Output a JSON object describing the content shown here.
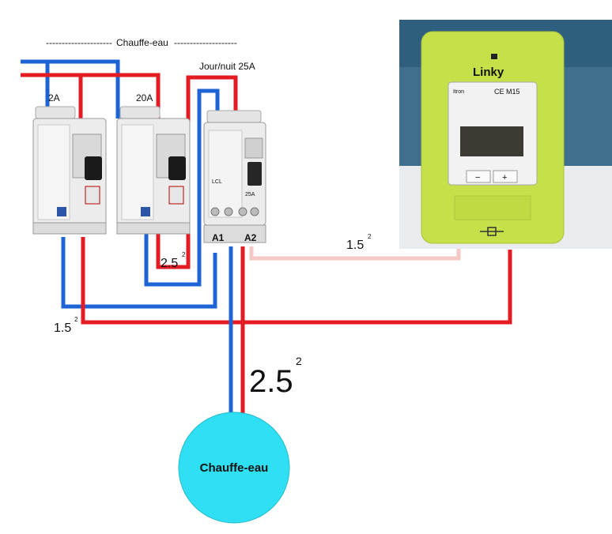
{
  "header": {
    "title": "Chauffe-eau",
    "dashes_left": "---------------------",
    "dashes_right": "--------------------"
  },
  "breakers": [
    {
      "rating": "2A"
    },
    {
      "rating": "20A"
    }
  ],
  "contactor": {
    "title": "Jour/nuit 25A",
    "terminal_a1": "A1",
    "terminal_a2": "A2",
    "body_text": "25A",
    "body_code": "LCL"
  },
  "meter": {
    "brand": "Linky",
    "plate_brand": "Itron",
    "plate_cert": "CE M15",
    "minus_label": "−",
    "plus_label": "+"
  },
  "wire_labels": {
    "contactor_to_meter": {
      "value": "1.5",
      "exp": "2"
    },
    "breaker2_output": {
      "value": "2.5",
      "exp": "2"
    },
    "lower_loop": {
      "value": "1.5",
      "exp": "2"
    },
    "heater_feed": {
      "value": "2.5",
      "exp": "2"
    }
  },
  "load": {
    "label": "Chauffe-eau"
  },
  "colors": {
    "phase": "#e31b23",
    "neutral": "#1d63d6",
    "signal": "#f4c9c6",
    "meter_body": "#c6e04a",
    "heater": "#2fe0f4",
    "heater_text": "#1a64b8"
  }
}
